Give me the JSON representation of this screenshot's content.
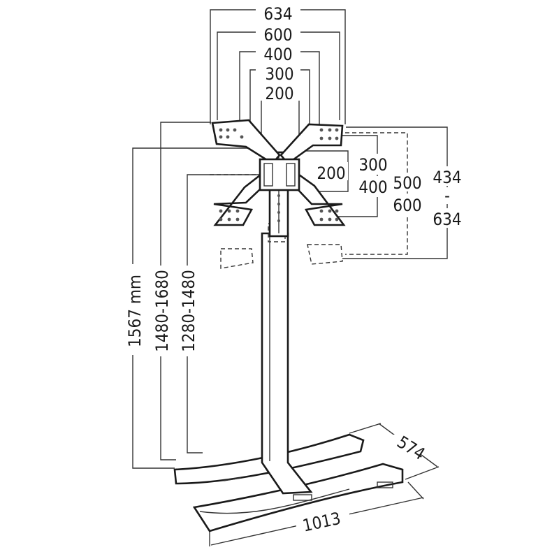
{
  "dimensions": {
    "vesa_widths": [
      "634",
      "600",
      "400",
      "300",
      "200"
    ],
    "vesa_heights": {
      "h200": "200",
      "h300": "300",
      "h400": "400",
      "h500": "500",
      "h600": "600",
      "h434": "434",
      "dash": "-",
      "h634": "634"
    },
    "total_height": "1567 mm",
    "height_range_upper": "1480-1680",
    "height_range_lower": "1280-1480",
    "base_depth": "574",
    "base_width": "1013"
  },
  "colors": {
    "line": "#1a1a1a",
    "background": "#ffffff"
  }
}
